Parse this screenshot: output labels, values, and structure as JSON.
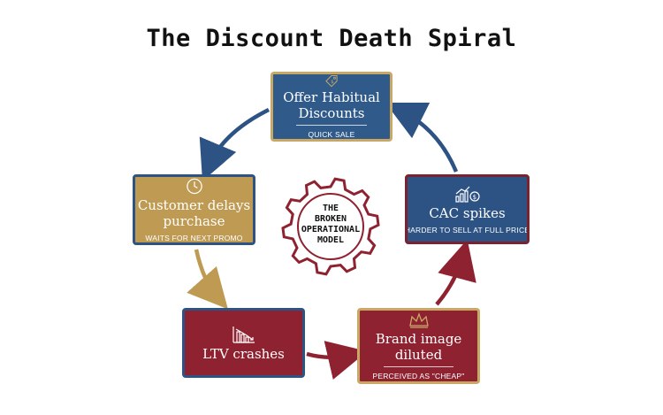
{
  "title": "The Discount Death Spiral",
  "center": {
    "lines": [
      "THE",
      "BROKEN",
      "OPERATIONAL",
      "MODEL"
    ]
  },
  "nodes": {
    "offer": {
      "label": "Offer Habitual\nDiscounts",
      "sub": "QUICK SALE",
      "icon": "price-tag-icon"
    },
    "cac": {
      "label": "CAC spikes",
      "sub": "HARDER TO SELL AT FULL PRICE",
      "icon": "rising-chart-money-icon"
    },
    "brand": {
      "label": "Brand image\ndiluted",
      "sub": "PERCEIVED AS \"CHEAP\"",
      "icon": "crown-icon"
    },
    "ltv": {
      "label": "LTV crashes",
      "sub": "",
      "icon": "falling-chart-icon"
    },
    "delay": {
      "label": "Customer delays\npurchase",
      "sub": "WAITS FOR NEXT PROMO",
      "icon": "clock-icon"
    }
  },
  "colors": {
    "navy": "#2f5a8a",
    "maroon": "#8e2230",
    "gold": "#bf9a52",
    "gold_border": "#c9a866"
  }
}
